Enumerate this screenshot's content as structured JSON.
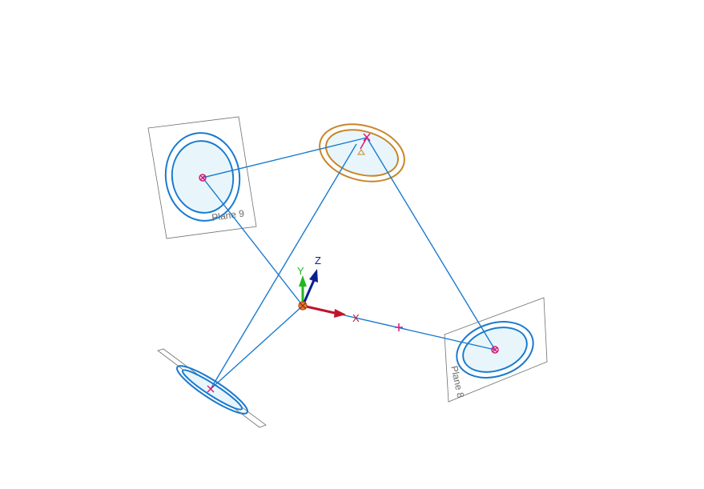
{
  "viewport": {
    "planes": [
      {
        "id": "plane-9",
        "label": "Plane 9"
      },
      {
        "id": "plane-8",
        "label": "Plane 8"
      },
      {
        "id": "plane-bottom-left",
        "label": ""
      }
    ],
    "triad": {
      "x_label": "X",
      "y_label": "Y",
      "z_label": "Z"
    },
    "colors": {
      "background": "#ffffff",
      "sketch_line": "#1a7ad0",
      "sketch_fill": "#e8f6fb",
      "selected_profile": "#c8862a",
      "point_marker": "#d81b7a",
      "plane_border": "#707070",
      "plane_label": "#6a6a6a",
      "x_axis": "#c0122c",
      "y_axis": "#1fb81f",
      "z_axis": "#0a1f8f",
      "origin": "#c0501a"
    },
    "icons": [
      "origin-icon",
      "coordinate-triad-icon",
      "sketch-point-icon",
      "midpoint-icon"
    ]
  }
}
